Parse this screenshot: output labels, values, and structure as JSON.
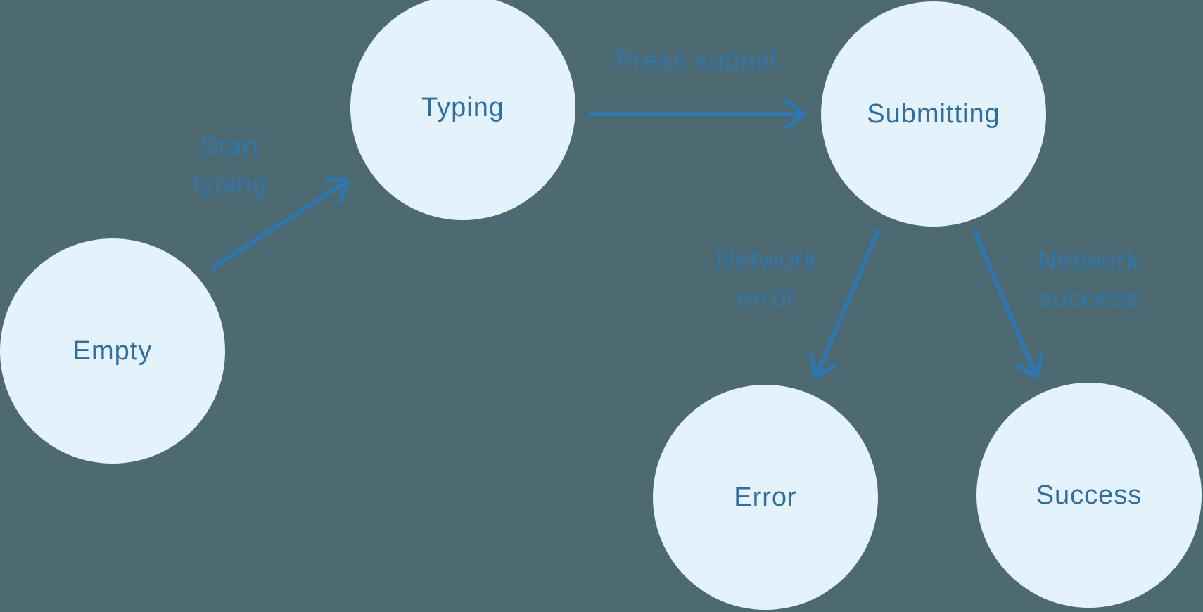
{
  "colors": {
    "background": "#4d6a72",
    "node_fill": "#e4f2fc",
    "node_text": "#2d6fa0",
    "edge_label": "#2e77ad",
    "arrow": "#2c78b2"
  },
  "diagram": {
    "type": "state-machine",
    "states": [
      {
        "id": "empty",
        "label": "Empty"
      },
      {
        "id": "typing",
        "label": "Typing"
      },
      {
        "id": "submitting",
        "label": "Submitting"
      },
      {
        "id": "error",
        "label": "Error"
      },
      {
        "id": "success",
        "label": "Success"
      }
    ],
    "transitions": [
      {
        "from": "empty",
        "to": "typing",
        "label": "Start typing"
      },
      {
        "from": "typing",
        "to": "submitting",
        "label": "Press submit"
      },
      {
        "from": "submitting",
        "to": "error",
        "label": "Network error"
      },
      {
        "from": "submitting",
        "to": "success",
        "label": "Network success"
      }
    ]
  }
}
